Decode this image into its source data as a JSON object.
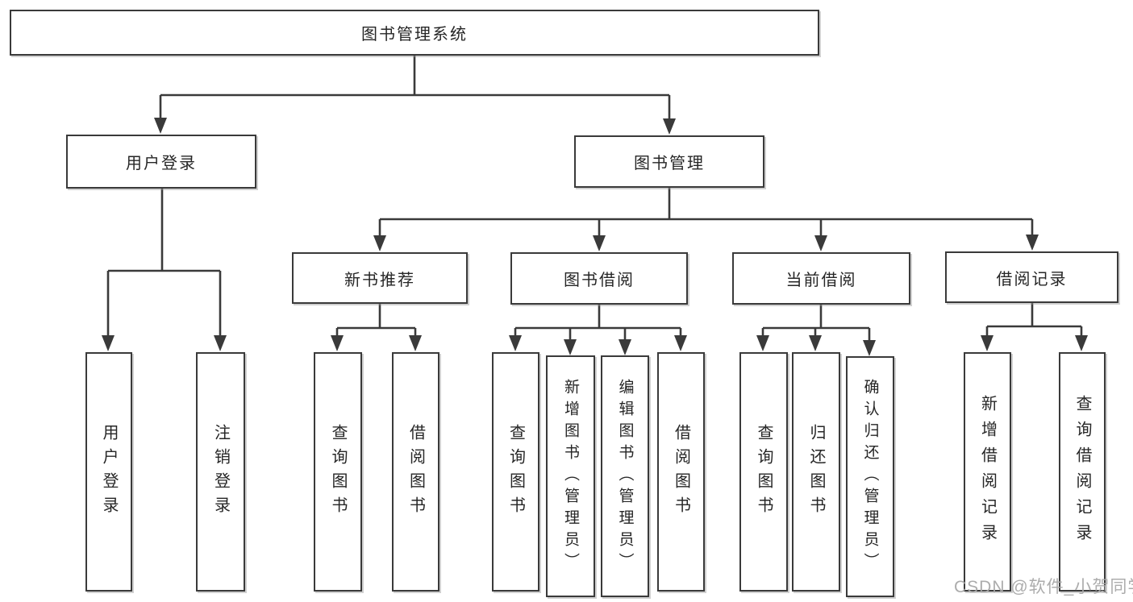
{
  "diagram": {
    "root": {
      "label": "图书管理系统"
    },
    "branches": {
      "user_login": {
        "label": "用户登录",
        "children": {
          "login": "用户登录",
          "logout": "注销登录"
        }
      },
      "book_mgmt": {
        "label": "图书管理",
        "sections": {
          "new_book": {
            "label": "新书推荐",
            "children": {
              "query": "查询图书",
              "borrow": "借阅图书"
            }
          },
          "borrowing": {
            "label": "图书借阅",
            "children": {
              "query": "查询图书",
              "add": "新增图书（管理员）",
              "edit": "编辑图书（管理员）",
              "borrow": "借阅图书"
            }
          },
          "current": {
            "label": "当前借阅",
            "children": {
              "query": "查询图书",
              "return": "归还图书",
              "confirm": "确认归还（管理员）"
            }
          },
          "records": {
            "label": "借阅记录",
            "children": {
              "add": "新增借阅记录",
              "query": "查询借阅记录"
            }
          }
        }
      }
    }
  },
  "watermark": "CSDN @软件_小贺同学",
  "colors": {
    "line": "#3a3a3a",
    "text": "#262626",
    "box_background": "#ffffff",
    "watermark": "#a8a8a8"
  }
}
